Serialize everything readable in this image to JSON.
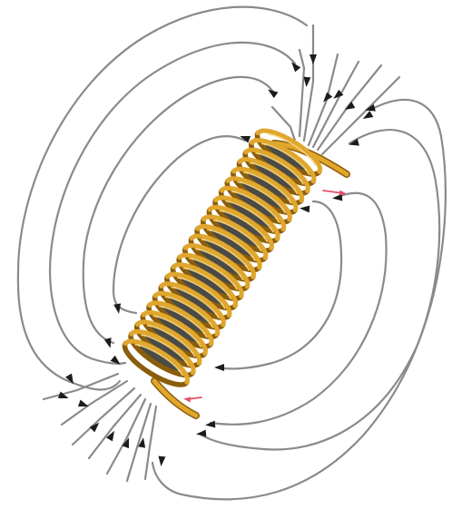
{
  "diagram": {
    "subject": "solenoid",
    "coil_turns": 22,
    "colors": {
      "field_line": "#8a8a8a",
      "arrowhead": "#1c1c1c",
      "coil_front": "#e0a72c",
      "coil_back": "#8a5d0c",
      "coil_highlight": "#f7d98b",
      "current_arrow": "#e2506a"
    },
    "current_arrows": 2
  }
}
